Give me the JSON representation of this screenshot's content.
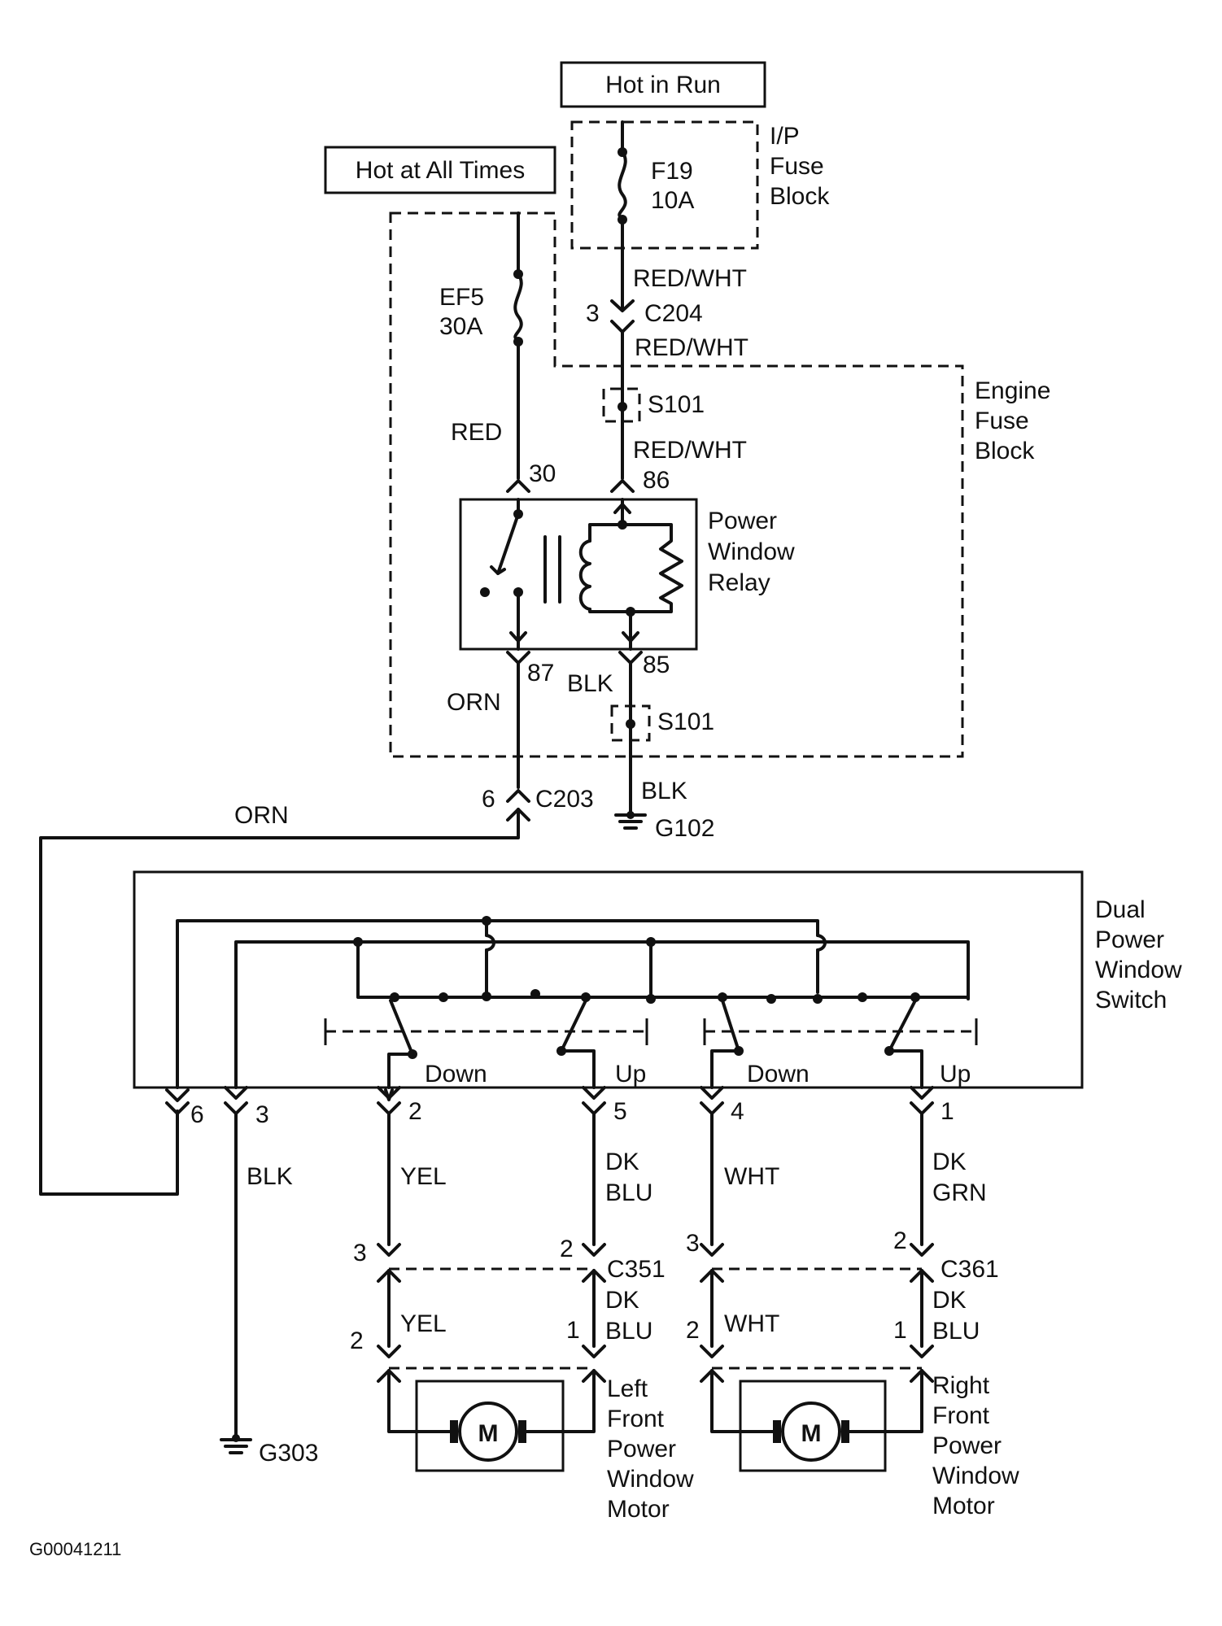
{
  "diagram": {
    "boxes": {
      "hot_in_run": "Hot in Run",
      "hot_at_all_times": "Hot at All Times"
    },
    "fuse_blocks": {
      "ip_lines": [
        "I/P",
        "Fuse",
        "Block"
      ],
      "engine_lines": [
        "Engine",
        "Fuse",
        "Block"
      ]
    },
    "fuses": {
      "f19": [
        "F19",
        "10A"
      ],
      "ef5": [
        "EF5",
        "30A"
      ]
    },
    "relay": {
      "name_lines": [
        "Power",
        "Window",
        "Relay"
      ],
      "pins": {
        "p30": "30",
        "p86": "86",
        "p87": "87",
        "p85": "85"
      }
    },
    "switch_block": {
      "name_lines": [
        "Dual",
        "Power",
        "Window",
        "Switch"
      ],
      "down_label": "Down",
      "up_label": "Up",
      "pins": {
        "p6": "6",
        "p3": "3",
        "p2": "2",
        "p5": "5",
        "p4": "4",
        "p1": "1"
      }
    },
    "connectors": {
      "c204": "C204",
      "c204_pin": "3",
      "c203": "C203",
      "c203_pin": "6",
      "c351": "C351",
      "c361": "C361",
      "c351_top": [
        "3",
        "2"
      ],
      "c351_bot": [
        "2",
        "1"
      ],
      "c361_top": [
        "3",
        "2"
      ],
      "c361_bot": [
        "2",
        "1"
      ]
    },
    "splices": {
      "top": "S101",
      "bottom": "S101"
    },
    "grounds": {
      "g102": "G102",
      "g303": "G303"
    },
    "wires": {
      "red_wht_1": "RED/WHT",
      "red_wht_2": "RED/WHT",
      "red_wht_3": "RED/WHT",
      "red": "RED",
      "orn_relay": "ORN",
      "blk_relay": "BLK",
      "blk_ground": "BLK",
      "orn_long": "ORN",
      "blk_switch": "BLK",
      "yel_top": "YEL",
      "dkblu_top": [
        "DK",
        "BLU"
      ],
      "wht_top": "WHT",
      "dkgrn_top": [
        "DK",
        "GRN"
      ],
      "yel_bot": "YEL",
      "dkblu_left": [
        "DK",
        "BLU"
      ],
      "wht_bot": "WHT",
      "dkblu_right": [
        "DK",
        "BLU"
      ]
    },
    "motors": {
      "symbol": "M",
      "left_lines": [
        "Left",
        "Front",
        "Power",
        "Window",
        "Motor"
      ],
      "right_lines": [
        "Right",
        "Front",
        "Power",
        "Window",
        "Motor"
      ]
    },
    "figure_code": "G00041211"
  }
}
